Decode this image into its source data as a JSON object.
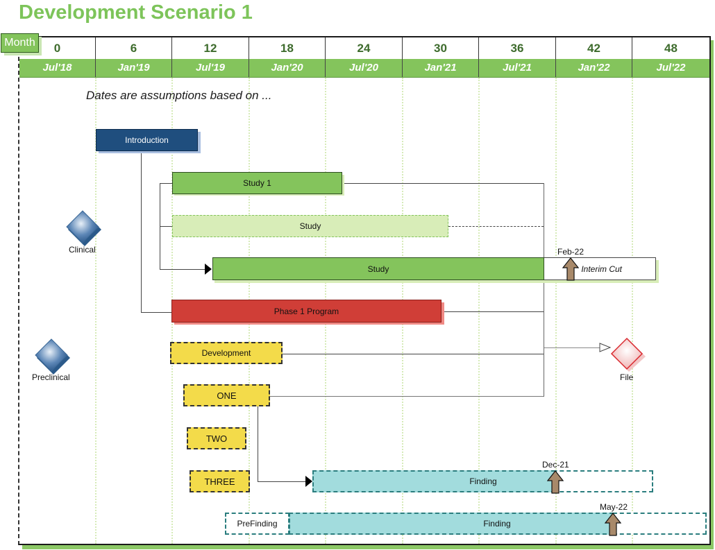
{
  "title": "Development Scenario 1",
  "header": {
    "month_label": "Month",
    "months": [
      "0",
      "6",
      "12",
      "18",
      "24",
      "30",
      "36",
      "42",
      "48"
    ],
    "dates": [
      "Jul'18",
      "Jan'19",
      "Jul'19",
      "Jan'20",
      "Jul'20",
      "Jan'21",
      "Jul'21",
      "Jan'22",
      "Jul'22"
    ]
  },
  "note": "Dates are assumptions based on ...",
  "colors": {
    "accent_green": "#84c45c",
    "title_green": "#7dc45a",
    "navy": "#1f4e7e",
    "red": "#d03e37",
    "yellow": "#f3db4a",
    "light_green": "#d8edb8",
    "teal": "#a2dcdd",
    "milestone_arrow": "#a8896a"
  },
  "tasks": {
    "introduction": "Introduction",
    "study1": "Study 1",
    "study_planned": "Study",
    "study_main": "Study",
    "interim_cut": "Interim Cut",
    "phase1": "Phase 1 Program",
    "development": "Development",
    "one": "ONE",
    "two": "TWO",
    "three": "THREE",
    "finding1": "Finding",
    "prefinding": "PreFinding",
    "finding2": "Finding"
  },
  "milestones": {
    "clinical": "Clinical",
    "preclinical": "Preclinical",
    "file": "File",
    "feb22": "Feb-22",
    "dec21": "Dec-21",
    "may22": "May-22"
  }
}
